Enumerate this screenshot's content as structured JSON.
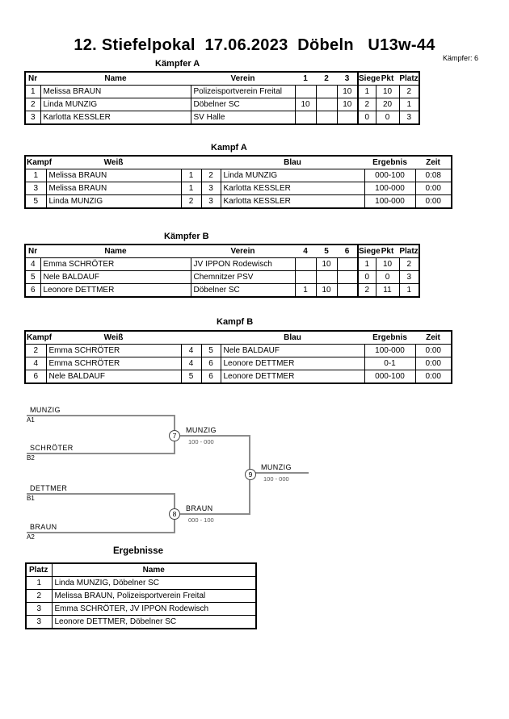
{
  "page": {
    "title": "12. Stiefelpokal  17.06.2023  Döbeln   U13w-44",
    "fighters_count": "Kämpfer: 6"
  },
  "pool_a": {
    "heading": "Kämpfer A",
    "headers": [
      "Nr",
      "Name",
      "Verein",
      "1",
      "2",
      "3",
      "Siege",
      "Pkt",
      "Platz"
    ],
    "rows": [
      [
        "1",
        "Melissa BRAUN",
        "Polizeisportverein Freital",
        "",
        "",
        "10",
        "1",
        "10",
        "2"
      ],
      [
        "2",
        "Linda MUNZIG",
        "Döbelner SC",
        "10",
        "",
        "10",
        "2",
        "20",
        "1"
      ],
      [
        "3",
        "Karlotta KESSLER",
        "SV Halle",
        "",
        "",
        "",
        "0",
        "0",
        "3"
      ]
    ]
  },
  "matches_a": {
    "heading": "Kampf A",
    "headers": [
      "Kampf",
      "Weiß",
      "Blau",
      "Ergebnis",
      "Zeit"
    ],
    "rows": [
      [
        "1",
        "Melissa BRAUN",
        "1",
        "2",
        "Linda MUNZIG",
        "000-100",
        "0:08"
      ],
      [
        "3",
        "Melissa BRAUN",
        "1",
        "3",
        "Karlotta KESSLER",
        "100-000",
        "0:00"
      ],
      [
        "5",
        "Linda MUNZIG",
        "2",
        "3",
        "Karlotta KESSLER",
        "100-000",
        "0:00"
      ]
    ]
  },
  "pool_b": {
    "heading": "Kämpfer B",
    "headers": [
      "Nr",
      "Name",
      "Verein",
      "4",
      "5",
      "6",
      "Siege",
      "Pkt",
      "Platz"
    ],
    "rows": [
      [
        "4",
        "Emma SCHRÖTER",
        "JV IPPON Rodewisch",
        "",
        "10",
        "",
        "1",
        "10",
        "2"
      ],
      [
        "5",
        "Nele BALDAUF",
        "Chemnitzer PSV",
        "",
        "",
        "",
        "0",
        "0",
        "3"
      ],
      [
        "6",
        "Leonore DETTMER",
        "Döbelner SC",
        "1",
        "10",
        "",
        "2",
        "11",
        "1"
      ]
    ]
  },
  "matches_b": {
    "heading": "Kampf B",
    "headers": [
      "Kampf",
      "Weiß",
      "Blau",
      "Ergebnis",
      "Zeit"
    ],
    "rows": [
      [
        "2",
        "Emma SCHRÖTER",
        "4",
        "5",
        "Nele BALDAUF",
        "100-000",
        "0:00"
      ],
      [
        "4",
        "Emma SCHRÖTER",
        "4",
        "6",
        "Leonore DETTMER",
        "0-1",
        "0:00"
      ],
      [
        "6",
        "Nele BALDAUF",
        "5",
        "6",
        "Leonore DETTMER",
        "000-100",
        "0:00"
      ]
    ]
  },
  "bracket": {
    "entrants": [
      {
        "name": "MUNZIG",
        "seed": "A1"
      },
      {
        "name": "SCHRÖTER",
        "seed": "B2"
      },
      {
        "name": "DETTMER",
        "seed": "B1"
      },
      {
        "name": "BRAUN",
        "seed": "A2"
      }
    ],
    "matches": [
      {
        "no": "7",
        "winner": "MUNZIG",
        "score": "100 - 000"
      },
      {
        "no": "8",
        "winner": "BRAUN",
        "score": "000 - 100"
      },
      {
        "no": "9",
        "winner": "MUNZIG",
        "score": "100 - 000"
      }
    ]
  },
  "results": {
    "heading": "Ergebnisse",
    "headers": [
      "Platz",
      "Name"
    ],
    "rows": [
      [
        "1",
        "Linda MUNZIG, Döbelner SC"
      ],
      [
        "2",
        "Melissa BRAUN, Polizeisportverein Freital"
      ],
      [
        "3",
        "Emma SCHRÖTER, JV IPPON Rodewisch"
      ],
      [
        "3",
        "Leonore DETTMER, Döbelner SC"
      ]
    ]
  },
  "colors": {
    "table_border": "#000000",
    "bracket_line": "#8c8c8c",
    "score_text": "#555555"
  }
}
